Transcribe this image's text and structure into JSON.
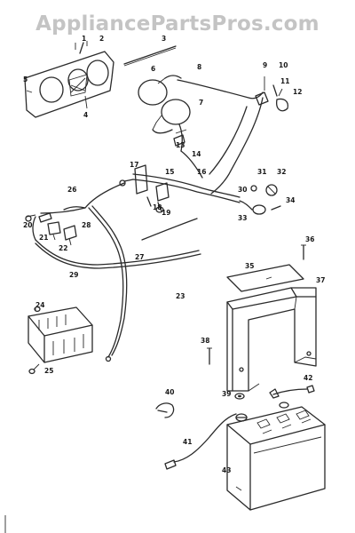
{
  "watermark": "AppliancePartsPros.com",
  "callouts": [
    "1",
    "2",
    "3",
    "4",
    "5",
    "6",
    "7",
    "8",
    "9",
    "10",
    "11",
    "12",
    "13",
    "14",
    "15",
    "16",
    "17",
    "18",
    "19",
    "20",
    "21",
    "22",
    "23",
    "24",
    "25",
    "26",
    "27",
    "28",
    "29",
    "30",
    "31",
    "32",
    "33",
    "34",
    "35",
    "36",
    "37",
    "38",
    "39",
    "40",
    "41",
    "42",
    "43"
  ]
}
